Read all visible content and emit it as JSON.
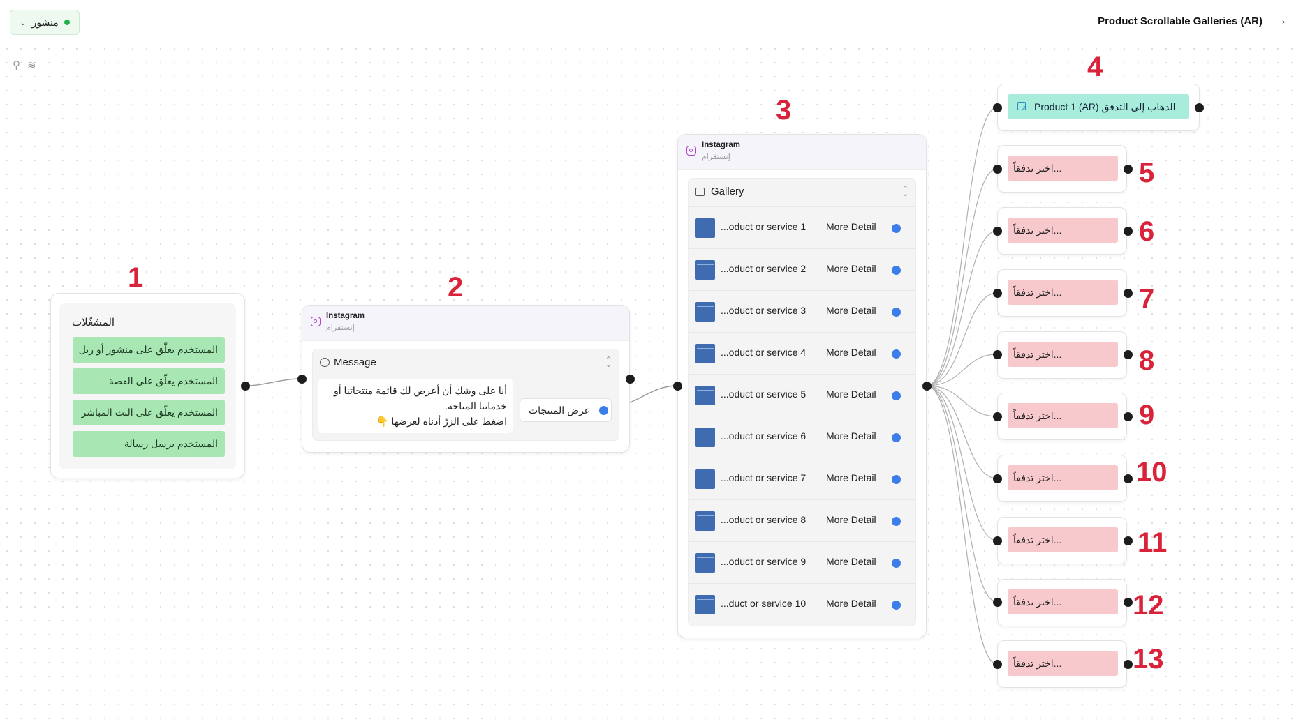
{
  "header": {
    "status_label": "منشور",
    "flow_title": "Product Scrollable Galleries (AR)",
    "colors": {
      "status": "#22b04b",
      "accent": "#3b7de9",
      "annotation": "#d9233b"
    }
  },
  "toolbar": {
    "icons": [
      "pin-icon",
      "layers-icon"
    ]
  },
  "triggers": {
    "title": "المشغّلات",
    "items": [
      "المستخدم يعلّق على منشور أو ريل",
      "المستخدم يعلّق على القصة",
      "المستخدم يعلّق على البث المباشر",
      "المستخدم يرسل رسالة"
    ]
  },
  "message_node": {
    "platform": "Instagram",
    "platform_ar": "إنستقرام",
    "type_label": "Message",
    "text_line1": "أنا على وشك أن أعرض لك قائمة منتجاتنا أو",
    "text_line2": "خدماتنا المتاحة.",
    "text_line3": "اضغط على الزرّ أدناه لعرضها 👇",
    "button_label": "عرض المنتجات"
  },
  "gallery_node": {
    "platform": "Instagram",
    "platform_ar": "إنستقرام",
    "type_label": "Gallery",
    "items": [
      {
        "title": "...oduct or service 1",
        "button": "More Detail"
      },
      {
        "title": "...oduct or service 2",
        "button": "More Detail"
      },
      {
        "title": "...oduct or service 3",
        "button": "More Detail"
      },
      {
        "title": "...oduct or service 4",
        "button": "More Detail"
      },
      {
        "title": "...oduct or service 5",
        "button": "More Detail"
      },
      {
        "title": "...oduct or service 6",
        "button": "More Detail"
      },
      {
        "title": "...oduct or service 7",
        "button": "More Detail"
      },
      {
        "title": "...oduct or service 8",
        "button": "More Detail"
      },
      {
        "title": "...oduct or service 9",
        "button": "More Detail"
      },
      {
        "title": "...duct or service 10",
        "button": "More Detail"
      }
    ]
  },
  "goto_node": {
    "label": "Product 1 (AR) الذهاب إلى التدفق"
  },
  "flow_selects": [
    "...اختر تدفقاً",
    "...اختر تدفقاً",
    "...اختر تدفقاً",
    "...اختر تدفقاً",
    "...اختر تدفقاً",
    "...اختر تدفقاً",
    "...اختر تدفقاً",
    "...اختر تدفقاً",
    "...اختر تدفقاً"
  ],
  "annotations": [
    "1",
    "2",
    "3",
    "4",
    "5",
    "6",
    "7",
    "8",
    "9",
    "10",
    "11",
    "12",
    "13"
  ]
}
